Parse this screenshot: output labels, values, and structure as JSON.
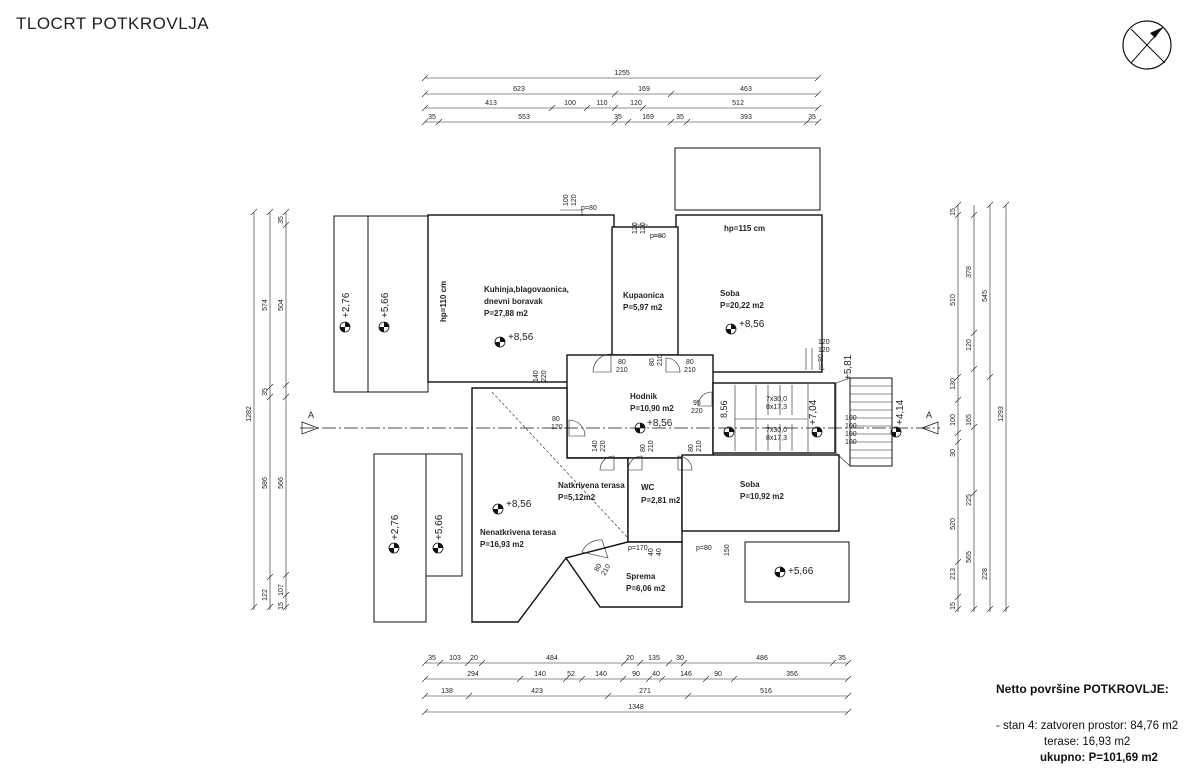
{
  "title": "TLOCRT POTKROVLJA",
  "dims": {
    "top_r1": [
      "1255"
    ],
    "top_r2": [
      "623",
      "169",
      "463"
    ],
    "top_r3": [
      "413",
      "100",
      "110",
      "120",
      "512"
    ],
    "top_r4": [
      "35",
      "553",
      "35",
      "169",
      "35",
      "393",
      "35"
    ],
    "bot_r1": [
      "35",
      "103",
      "20",
      "484",
      "20",
      "135",
      "30",
      "486",
      "35"
    ],
    "bot_r2": [
      "294",
      "140",
      "52",
      "140",
      "90",
      "40",
      "146",
      "90",
      "356"
    ],
    "bot_r3": [
      "138",
      "423",
      "271",
      "516"
    ],
    "bot_r4": [
      "1348"
    ],
    "left_c1": [
      "1282"
    ],
    "left_c2": [
      "574",
      "35",
      "586",
      "122"
    ],
    "left_c3": [
      "35",
      "504",
      "566",
      "107",
      "15"
    ],
    "right_c1": [
      "15",
      "510",
      "130",
      "100",
      "30",
      "520",
      "213",
      "15"
    ],
    "right_c2": [
      "378",
      "120",
      "165",
      "225",
      "565"
    ],
    "right_c3": [
      "545",
      "228"
    ],
    "right_c4": [
      "1293"
    ]
  },
  "rooms": {
    "kuhinja": {
      "l1": "Kuhinja,blagovaonica,",
      "l2": "dnevni boravak",
      "area": "P=27,88 m2",
      "height": "hp=110 cm"
    },
    "kupaonica": {
      "name": "Kupaonica",
      "area": "P=5,97 m2"
    },
    "soba1": {
      "name": "Soba",
      "area": "P=20,22 m2",
      "height": "hp=115 cm"
    },
    "hodnik": {
      "name": "Hodnik",
      "area": "P=10,90 m2"
    },
    "natkrivena": {
      "name": "Natkrivena terasa",
      "area": "P=5,12m2"
    },
    "wc": {
      "name": "WC",
      "area": "P=2,81 m2"
    },
    "soba2": {
      "name": "Soba",
      "area": "P=10,92 m2"
    },
    "nenatkrivena": {
      "name": "Nenatkrivena terasa",
      "area": "P=16,93 m2"
    },
    "sprema": {
      "name": "Sprema",
      "area": "P=6,06 m2"
    }
  },
  "openings": {
    "o1": [
      "100",
      "120"
    ],
    "o1p": "p=80",
    "o2": [
      "120",
      "120"
    ],
    "o2p": "p=80",
    "o3": [
      "120",
      "120"
    ],
    "o3p": "p=80",
    "d1": [
      "80",
      "210"
    ],
    "d2": [
      "80",
      "210"
    ],
    "d3": [
      "80",
      "210"
    ],
    "d4": [
      "140",
      "220"
    ],
    "d5": [
      "80",
      "120"
    ],
    "d6": [
      "95",
      "220"
    ],
    "d7": [
      "140",
      "220"
    ],
    "d8": [
      "80",
      "210"
    ],
    "d9": [
      "80",
      "210"
    ],
    "d10": [
      "80",
      "210"
    ],
    "d11": [
      "100",
      "100"
    ],
    "d12": [
      "100",
      "100"
    ],
    "w1": [
      "p=170",
      "40",
      "40"
    ],
    "w2": [
      "p=80",
      "150"
    ],
    "stairs1": [
      "7x30,0",
      "8x17,3"
    ],
    "stairs2": [
      "7x30,0",
      "8x17,3"
    ],
    "bal": "8,56"
  },
  "elevations": {
    "e1": "+2,76",
    "e2": "+5,66",
    "e3": "+8,56",
    "e4": "+8,56",
    "e5": "+8,56",
    "e6": "+8,56",
    "e7": "+2,76",
    "e8": "+5,66",
    "e9": "+5,66",
    "e10": "+7,04",
    "e11": "+4,14",
    "e12": "+5,81"
  },
  "section": {
    "left": "A",
    "right": "A"
  },
  "legend": {
    "heading": "Netto površine POTKROVLJE:",
    "r1_label": "- stan 4: zatvoren prostor:",
    "r1_value": "84,76 m2",
    "r2_label": "terase:",
    "r2_value": "16,93 m2",
    "r3_label": "ukupno:",
    "r3_value": "P=101,69 m2"
  }
}
